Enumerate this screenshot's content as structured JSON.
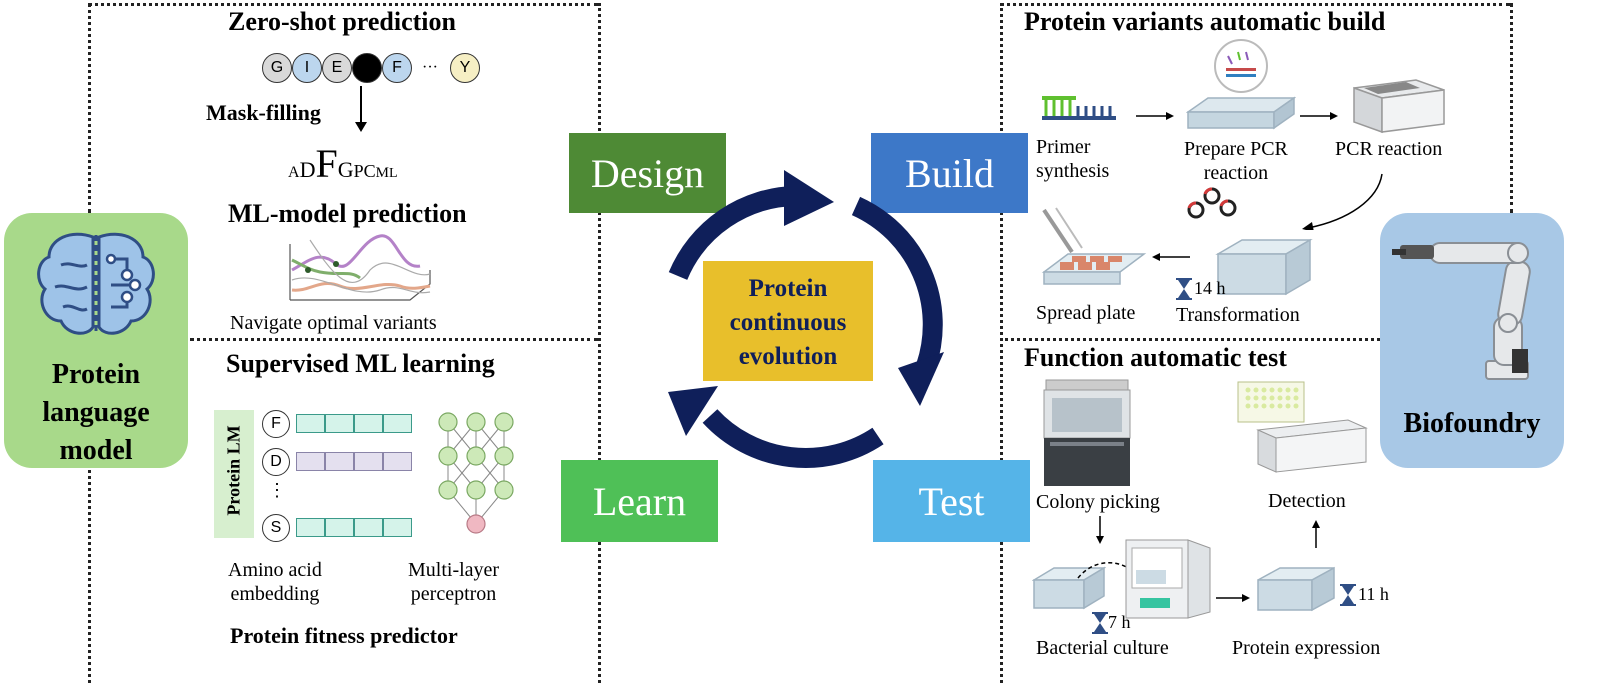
{
  "center": {
    "title_lines": [
      "Protein",
      "continuous",
      "evolution"
    ],
    "colors": {
      "box": "#e8bf2b",
      "arrows": "#0f1f5a"
    }
  },
  "phases": {
    "design": {
      "label": "Design",
      "color": "#4e8a35"
    },
    "build": {
      "label": "Build",
      "color": "#3d78c8"
    },
    "test": {
      "label": "Test",
      "color": "#55b4e8"
    },
    "learn": {
      "label": "Learn",
      "color": "#4fc057"
    }
  },
  "left_panel": {
    "title_lines": [
      "Protein",
      "language",
      "model"
    ],
    "color": "#a8d98a",
    "icon": "brain-icon"
  },
  "right_panel": {
    "title": "Biofoundry",
    "color": "#a8c8e6",
    "icon": "robot-arm-icon"
  },
  "zero_shot": {
    "heading": "Zero-shot prediction",
    "tokens": [
      "G",
      "I",
      "E",
      "",
      "F",
      "Y"
    ],
    "ellipsis": "···",
    "mask_label": "Mask-filling",
    "logo_letters": "ADFGPCML",
    "ml_heading": "ML-model prediction",
    "navigate": "Navigate optimal variants"
  },
  "supervised": {
    "heading": "Supervised ML learning",
    "lm_label": "Protein LM",
    "tokens": [
      "F",
      "D",
      "S"
    ],
    "vdots": "⋮",
    "embedding": "Amino acid\nembedding",
    "mlp": "Multi-layer\nperceptron",
    "footer": "Protein fitness predictor"
  },
  "build_panel": {
    "heading": "Protein variants automatic build",
    "primer": "Primer\nsynthesis",
    "prepare": "Prepare PCR\nreaction",
    "pcr": "PCR reaction",
    "spread": "Spread plate",
    "transformation": "Transformation",
    "time": "14 h"
  },
  "test_panel": {
    "heading": "Function automatic test",
    "colony": "Colony picking",
    "detection": "Detection",
    "culture": "Bacterial culture",
    "expression": "Protein expression",
    "time_culture": "7 h",
    "time_expression": "11 h"
  }
}
